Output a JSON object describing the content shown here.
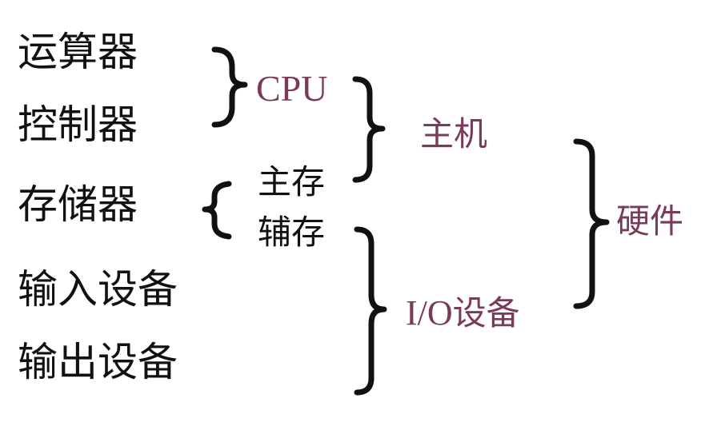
{
  "components": {
    "alu": "运算器",
    "control_unit": "控制器",
    "memory": "存储器",
    "input_device": "输入设备",
    "output_device": "输出设备"
  },
  "memory_types": {
    "main": "主存",
    "auxiliary": "辅存"
  },
  "groups": {
    "cpu": "CPU",
    "host": "主机",
    "io_prefix": "I/O",
    "io_suffix": "设备",
    "hardware": "硬件"
  },
  "colors": {
    "text": "#111111",
    "accent": "#7a3a5a",
    "brace": "#111111",
    "background": "#ffffff"
  }
}
